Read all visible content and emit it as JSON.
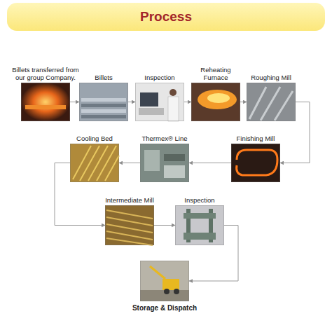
{
  "diagram": {
    "title": "Process",
    "nodes": [
      {
        "text": [
          "Billets transferred from our group Company."
        ]
      },
      {
        "text": [
          "Billets"
        ]
      },
      {
        "text": [
          "Inspection"
        ]
      },
      {
        "text": [
          "Reheating Furnace"
        ]
      },
      {
        "text": [
          "Roughing Mill"
        ]
      },
      {
        "text": [
          "Finishing Mill"
        ]
      },
      {
        "text": [
          "Thermex® Line"
        ]
      },
      {
        "text": [
          "Cooling Bed"
        ]
      },
      {
        "text": [
          "Intermediate Mill"
        ]
      },
      {
        "text": [
          "Inspection"
        ]
      },
      {
        "text": [
          "Storage & Dispatch"
        ]
      }
    ],
    "edges": [
      {
        "from": 0,
        "to": 1,
        "arrow": "to"
      },
      {
        "from": 1,
        "to": 2,
        "arrow": "to"
      },
      {
        "from": 2,
        "to": 3,
        "arrow": "to"
      },
      {
        "from": 3,
        "to": 4,
        "arrow": "to"
      },
      {
        "from": 4,
        "to": 5,
        "arrow": "to"
      },
      {
        "from": 5,
        "to": 6,
        "arrow": "to"
      },
      {
        "from": 6,
        "to": 7,
        "arrow": "to"
      },
      {
        "from": 7,
        "to": 8,
        "arrow": "to"
      },
      {
        "from": 8,
        "to": 9,
        "arrow": "to"
      },
      {
        "from": 9,
        "to": 10,
        "arrow": "to"
      }
    ]
  }
}
